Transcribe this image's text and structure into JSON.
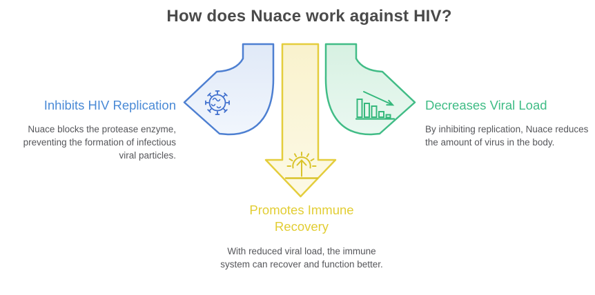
{
  "title": "How does Nuace work against HIV?",
  "colors": {
    "title_text": "#4a4a4a",
    "body_text": "#55565a",
    "blue_accent": "#4a8ad6",
    "blue_arrow_stroke": "#4d7fd1",
    "blue_arrow_fill": "#e9effa",
    "yellow_accent": "#e2cd33",
    "yellow_arrow_stroke": "#e4cd3c",
    "yellow_arrow_fill": "#fbf6d9",
    "green_accent": "#3fbc85",
    "green_arrow_stroke": "#41bc86",
    "green_arrow_fill": "#def4e8"
  },
  "sections": {
    "left": {
      "heading": "Inhibits HIV Replication",
      "body": "Nuace blocks the protease enzyme, preventing the formation of infectious viral particles.",
      "icon": "virus-icon",
      "arrow_direction": "curves-down-left"
    },
    "center": {
      "heading": "Promotes Immune Recovery",
      "body": "With reduced viral load, the immune system can recover and function better.",
      "icon": "sunrise-icon",
      "arrow_direction": "straight-down"
    },
    "right": {
      "heading": "Decreases Viral Load",
      "body": "By inhibiting replication, Nuace reduces the amount of virus in the body.",
      "icon": "declining-chart-icon",
      "arrow_direction": "curves-down-right"
    }
  }
}
